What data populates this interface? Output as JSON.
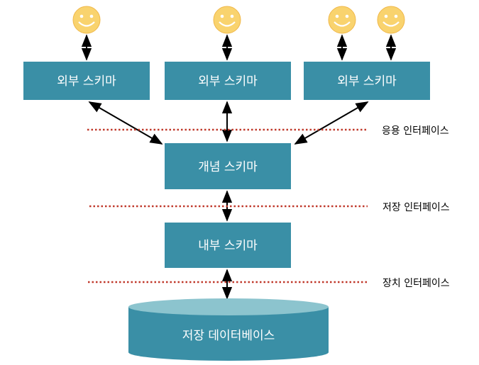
{
  "external_schemas": [
    {
      "label": "외부 스키마",
      "users": 1
    },
    {
      "label": "외부 스키마",
      "users": 1
    },
    {
      "label": "외부 스키마",
      "users": 2
    }
  ],
  "conceptual_schema": {
    "label": "개념 스키마"
  },
  "internal_schema": {
    "label": "내부 스키마"
  },
  "storage_database": {
    "label": "저장 데이터베이스"
  },
  "interfaces": {
    "application": "응용 인터페이스",
    "storage": "저장 인터페이스",
    "device": "장치 인터페이스"
  },
  "colors": {
    "box_fill": "#3a8fa6",
    "db_top": "#8cc4ce",
    "face_fill": "#f9d36e",
    "face_stroke": "#f0b84a",
    "dotted_line": "#c0392b",
    "arrow": "#000000"
  },
  "icons": {
    "user": "smiley-face-icon"
  }
}
